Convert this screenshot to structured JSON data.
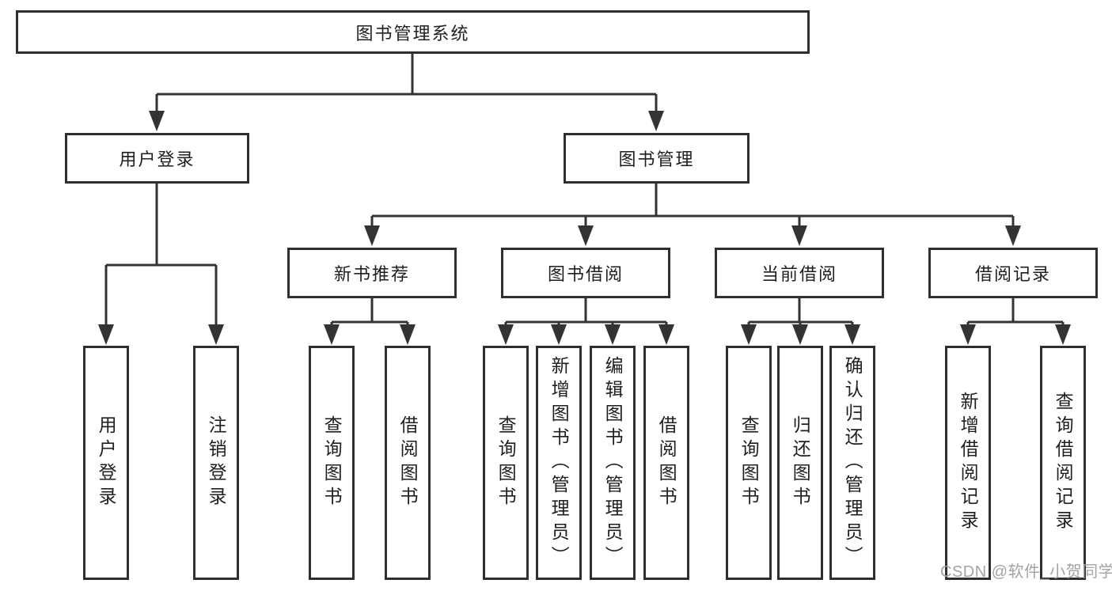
{
  "nodes": {
    "root": {
      "label": "图书管理系统"
    },
    "level2": [
      {
        "label": "用户登录"
      },
      {
        "label": "图书管理"
      }
    ],
    "level3": [
      {
        "label": "新书推荐"
      },
      {
        "label": "图书借阅"
      },
      {
        "label": "当前借阅"
      },
      {
        "label": "借阅记录"
      }
    ],
    "leaves": [
      {
        "label": "用户登录"
      },
      {
        "label": "注销登录"
      },
      {
        "label": "查询图书"
      },
      {
        "label": "借阅图书"
      },
      {
        "label": "查询图书"
      },
      {
        "label": "新增图书（管理员）"
      },
      {
        "label": "编辑图书（管理员）"
      },
      {
        "label": "借阅图书"
      },
      {
        "label": "查询图书"
      },
      {
        "label": "归还图书"
      },
      {
        "label": "确认归还（管理员）"
      },
      {
        "label": "新增借阅记录"
      },
      {
        "label": "查询借阅记录"
      }
    ]
  },
  "watermark": {
    "text": "CSDN @软件_小贺同学"
  },
  "colors": {
    "line": "#333333",
    "box_border": "#2f2f2f",
    "text": "#1f1f1f",
    "watermark": "#a3a3a3",
    "background": "#ffffff"
  }
}
